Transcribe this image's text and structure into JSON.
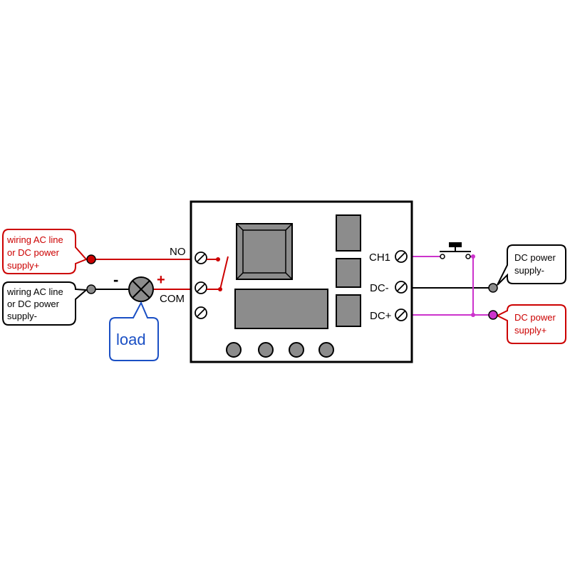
{
  "callouts": {
    "ac_line_plus": [
      "wiring AC line",
      "or DC power",
      "supply+"
    ],
    "ac_line_minus": [
      "wiring AC line",
      "or DC power",
      "supply-"
    ],
    "dc_minus": [
      "DC power",
      "supply-"
    ],
    "dc_plus": [
      "DC power",
      "supply+"
    ],
    "load": "load"
  },
  "relay_terminals": {
    "no": "NO",
    "com": "COM"
  },
  "module_terminals": {
    "ch1": "CH1",
    "dc_minus": "DC-",
    "dc_plus": "DC+"
  },
  "polarity": {
    "minus": "-",
    "plus": "+"
  },
  "colors": {
    "red_wire": "#cc0000",
    "black_wire": "#000000",
    "magenta_wire": "#cc33cc",
    "blue_callout": "#1a4fc4",
    "component_gray": "#8c8c8c",
    "terminal_gray": "#999999"
  }
}
